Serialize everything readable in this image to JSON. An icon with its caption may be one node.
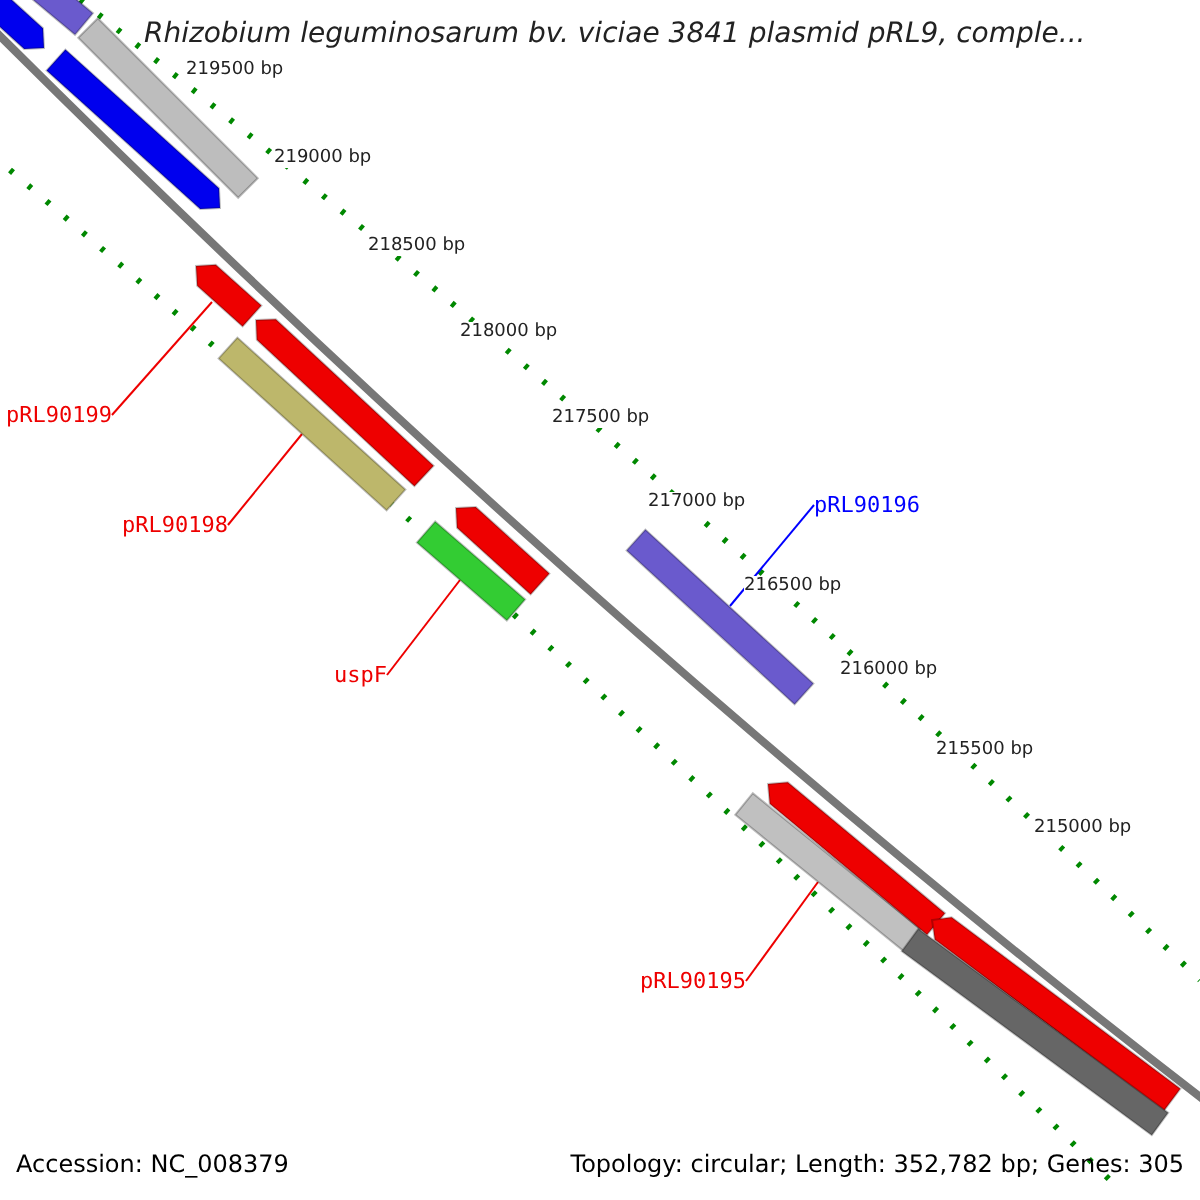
{
  "diagram": {
    "title": "Rhizobium leguminosarum bv. viciae 3841 plasmid pRL9, comple...",
    "nodes": [
      {
        "text": [],
        "shape": "bar"
      },
      {
        "text": [
          "pRL90199"
        ]
      },
      {
        "text": [],
        "shape": "bar"
      },
      {
        "text": [
          "pRL90198"
        ]
      },
      {
        "text": [],
        "shape": "bar"
      },
      {
        "text": [
          "pRL90196"
        ]
      },
      {
        "text": [],
        "shape": "bar"
      },
      {
        "text": [
          "uspF"
        ]
      },
      {
        "text": [],
        "shape": "bar"
      },
      {
        "text": [
          "pRL90195"
        ]
      },
      {
        "text": [],
        "shape": "bar"
      },
      {
        "text": [],
        "shape": "bar"
      },
      {
        "text": [],
        "shape": "bar"
      },
      {
        "text": [],
        "shape": "bar"
      },
      {
        "text": [],
        "shape": "bar"
      },
      {
        "text": [],
        "shape": "bar"
      },
      {
        "text": [],
        "shape": "bar"
      },
      {
        "text": [],
        "shape": "bar"
      },
      {
        "text": [],
        "shape": "bar"
      }
    ],
    "edges": [
      {
        "from": 1,
        "to": 0,
        "arrow": "none"
      },
      {
        "from": 3,
        "to": 2,
        "arrow": "none"
      },
      {
        "from": 5,
        "to": 4,
        "arrow": "none",
        "color": "#0000ff"
      },
      {
        "from": 7,
        "to": 6,
        "arrow": "none"
      },
      {
        "from": 9,
        "to": 8,
        "arrow": "none"
      }
    ],
    "labels": [
      "219500 bp",
      "219000 bp",
      "218500 bp",
      "218000 bp",
      "217500 bp",
      "217000 bp",
      "216500 bp",
      "216000 bp",
      "215500 bp",
      "215000 bp",
      "Accession: NC_008379",
      "Topology: circular; Length: 352,782 bp; Genes: 305"
    ]
  }
}
